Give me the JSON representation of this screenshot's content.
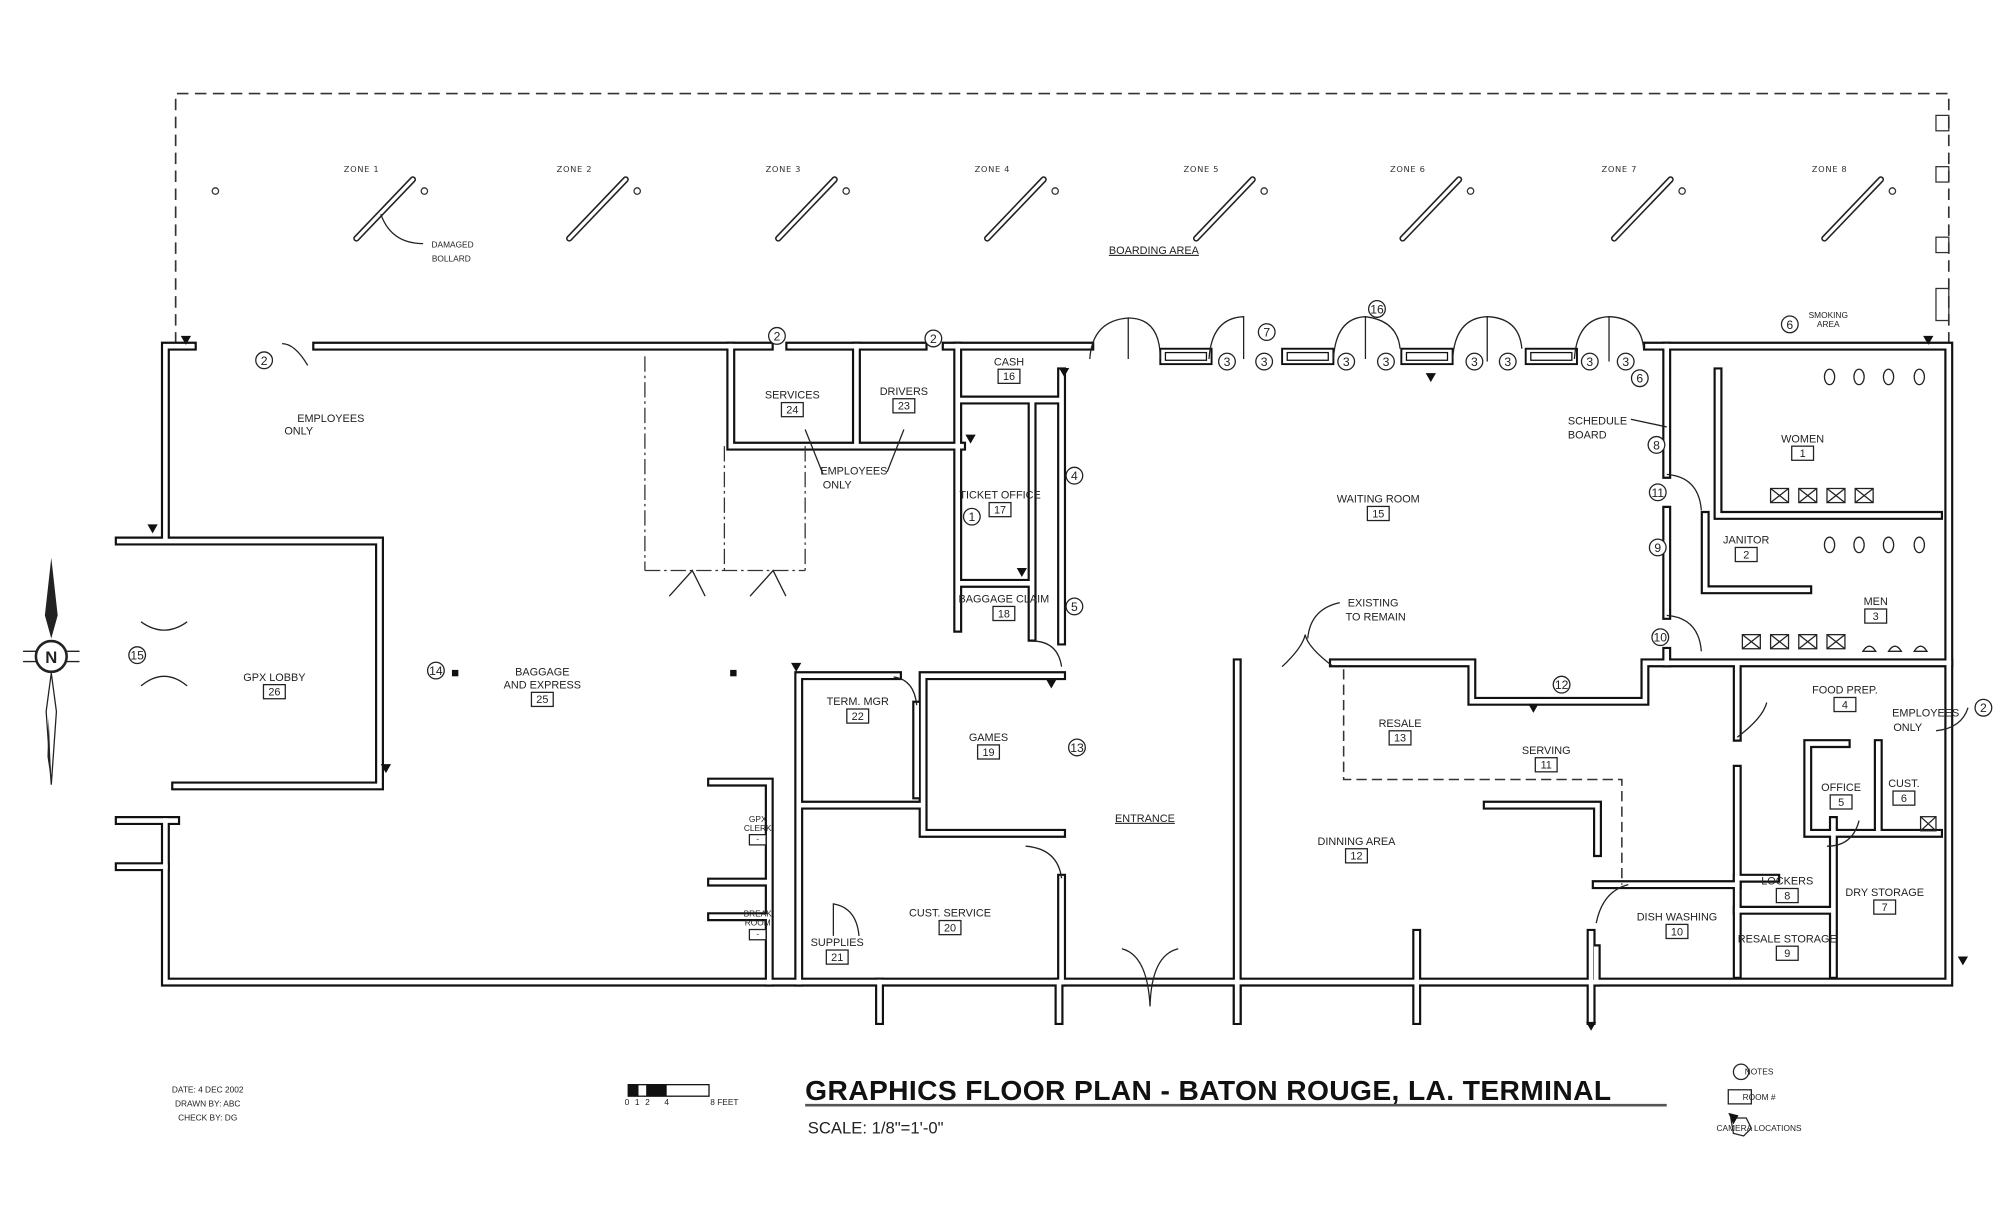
{
  "plan": {
    "title": "GRAPHICS FLOOR PLAN - BATON ROUGE, LA. TERMINAL",
    "scale": "SCALE: 1/8\"=1'-0\"",
    "date": "DATE: 4 DEC 2002",
    "drawn_by": "DRAWN BY: ABC",
    "check_by": "CHECK BY: DG",
    "scale_bar_ticks": [
      "0",
      "1",
      "2",
      "4",
      "8 FEET"
    ],
    "north": "N"
  },
  "legend": {
    "notes": "NOTES",
    "room": "ROOM #",
    "camera": "CAMERA LOCATIONS"
  },
  "zones": [
    "ZONE 1",
    "ZONE 2",
    "ZONE 3",
    "ZONE 4",
    "ZONE 5",
    "ZONE 6",
    "ZONE 7",
    "ZONE 8"
  ],
  "annotations": {
    "boarding_area": "BOARDING AREA",
    "damaged_bollard": [
      "DAMAGED",
      "BOLLARD"
    ],
    "employees_only": [
      "EMPLOYEES",
      "ONLY"
    ],
    "schedule_board": [
      "SCHEDULE",
      "BOARD"
    ],
    "existing": [
      "EXISTING",
      "TO REMAIN"
    ],
    "smoking_area": [
      "SMOKING",
      "AREA"
    ],
    "entrance": "ENTRANCE"
  },
  "rooms": [
    {
      "name": [
        "WOMEN"
      ],
      "num": "1"
    },
    {
      "name": [
        "JANITOR"
      ],
      "num": "2"
    },
    {
      "name": [
        "MEN"
      ],
      "num": "3"
    },
    {
      "name": [
        "FOOD PREP."
      ],
      "num": "4"
    },
    {
      "name": [
        "OFFICE"
      ],
      "num": "5"
    },
    {
      "name": [
        "CUST."
      ],
      "num": "6"
    },
    {
      "name": [
        "DRY STORAGE"
      ],
      "num": "7"
    },
    {
      "name": [
        "LOCKERS"
      ],
      "num": "8"
    },
    {
      "name": [
        "RESALE STORAGE"
      ],
      "num": "9"
    },
    {
      "name": [
        "DISH WASHING"
      ],
      "num": "10"
    },
    {
      "name": [
        "SERVING"
      ],
      "num": "11"
    },
    {
      "name": [
        "DINNING AREA"
      ],
      "num": "12"
    },
    {
      "name": [
        "RESALE"
      ],
      "num": "13"
    },
    {
      "name": [
        "WAITING ROOM"
      ],
      "num": "15"
    },
    {
      "name": [
        "CASH"
      ],
      "num": "16"
    },
    {
      "name": [
        "TICKET OFFICE"
      ],
      "num": "17"
    },
    {
      "name": [
        "BAGGAGE CLAIM"
      ],
      "num": "18"
    },
    {
      "name": [
        "GAMES"
      ],
      "num": "19"
    },
    {
      "name": [
        "CUST. SERVICE"
      ],
      "num": "20"
    },
    {
      "name": [
        "SUPPLIES"
      ],
      "num": "21"
    },
    {
      "name": [
        "TERM. MGR"
      ],
      "num": "22"
    },
    {
      "name": [
        "DRIVERS"
      ],
      "num": "23"
    },
    {
      "name": [
        "SERVICES"
      ],
      "num": "24"
    },
    {
      "name": [
        "BAGGAGE",
        "AND EXPRESS"
      ],
      "num": "25"
    },
    {
      "name": [
        "GPX LOBBY"
      ],
      "num": "26"
    },
    {
      "name": [
        "GPX",
        "CLERK"
      ],
      "num": "-"
    },
    {
      "name": [
        "BREAK",
        "ROOM"
      ],
      "num": "-"
    }
  ],
  "notes": [
    "2",
    "2",
    "2",
    "3",
    "3",
    "3",
    "3",
    "3",
    "3",
    "3",
    "3",
    "7",
    "16",
    "6",
    "6",
    "4",
    "1",
    "5",
    "13",
    "14",
    "15",
    "8",
    "11",
    "9",
    "10",
    "12",
    "2"
  ]
}
